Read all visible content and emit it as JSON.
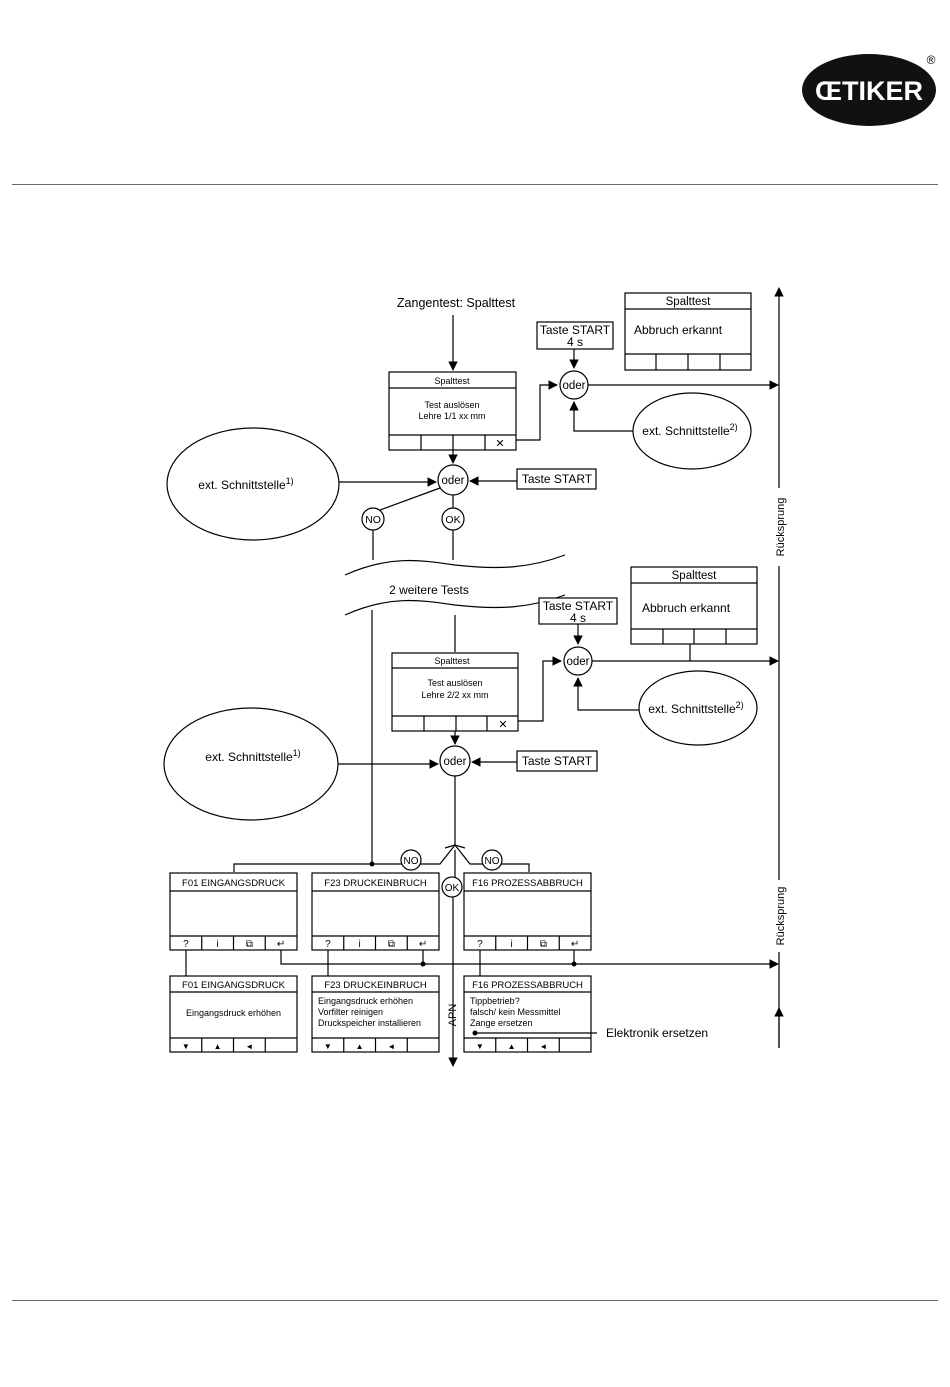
{
  "logo": {
    "brand": "ŒTIKER",
    "registered": "®"
  },
  "diagram": {
    "start_label": "Zangentest: Spalttest",
    "oder": "oder",
    "ok": "OK",
    "no": "NO",
    "taste_start": "Taste START",
    "taste_start_4s_line1": "Taste START",
    "taste_start_4s_line2": "4 s",
    "ext_if_1": "ext. Schnittstelle",
    "ext_if_1_sup": "1)",
    "ext_if_2": "ext. Schnittstelle",
    "ext_if_2_sup": "2)",
    "more_tests": "2 weitere Tests",
    "ruecksprung": "Rücksprung",
    "apn": "APN",
    "elektronik": "Elektronik ersetzen",
    "spalttest_box1": {
      "title": "Spalttest",
      "line1": "Test auslösen",
      "line2": "Lehre 1/1 xx mm"
    },
    "spalttest_box2": {
      "title": "Spalttest",
      "line1": "Test auslösen",
      "line2": "Lehre 2/2 xx mm"
    },
    "abbruch_box": {
      "title": "Spalttest",
      "text": "Abbruch erkannt"
    },
    "error_top": [
      {
        "title": "F01 EINGANGSDRUCK"
      },
      {
        "title": "F23 DRUCKEINBRUCH"
      },
      {
        "title": "F16 PROZESSABBRUCH"
      }
    ],
    "error_top_buttons": [
      "?",
      "i",
      "⧉",
      "↵"
    ],
    "error_bottom": [
      {
        "title": "F01 EINGANGSDRUCK",
        "lines": [
          "Eingangsdruck erhöhen"
        ]
      },
      {
        "title": "F23 DRUCKEINBRUCH",
        "lines": [
          "Eingangsdruck erhöhen",
          "Vorfilter reinigen",
          "Druckspeicher installieren"
        ]
      },
      {
        "title": "F16 PROZESSABBRUCH",
        "lines": [
          "Tippbetrieb?",
          "falsch/ kein Messmittel",
          "Zange ersetzen"
        ]
      }
    ],
    "error_bottom_buttons": [
      "▼",
      "▲",
      "◄"
    ],
    "cancel_symbol": "✕"
  }
}
